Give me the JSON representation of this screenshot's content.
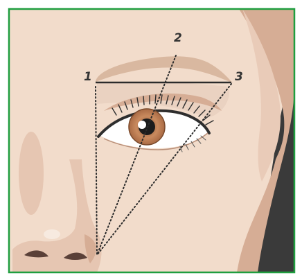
{
  "labels": {
    "point_1": "1",
    "point_2": "2",
    "point_3": "3"
  },
  "colors": {
    "frame_border": "#1f9e3f",
    "skin_light": "#f2dccb",
    "skin_mid": "#e6c6b2",
    "skin_shadow": "#d6ad95",
    "hair": "#3a3a3a",
    "brow": "#d9b8a0",
    "iris": "#c98a5e",
    "guide_line": "#2b2b2b",
    "label_text": "#333333"
  }
}
